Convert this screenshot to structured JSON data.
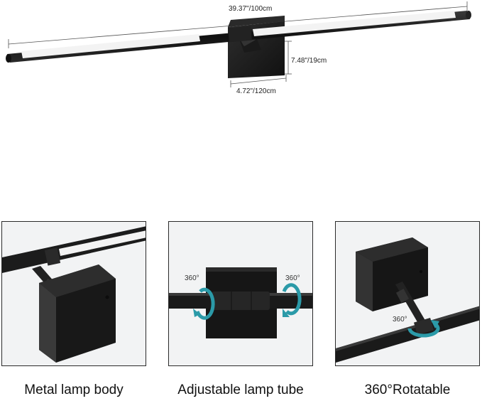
{
  "dimensions": {
    "length": "39.37\"/100cm",
    "height": "7.48\"/19cm",
    "depth": "4.72\"/120cm"
  },
  "features": [
    {
      "caption": "Metal lamp body"
    },
    {
      "caption": "Adjustable lamp tube",
      "rotation_left": "360°",
      "rotation_right": "360°"
    },
    {
      "caption": "360°Rotatable",
      "rotation": "360°"
    }
  ],
  "colors": {
    "lamp_body": "#1c1c1c",
    "diffuser": "#f3f3f3",
    "rotation_arrow": "#2b9aa8",
    "panel_border": "#2a2a2a"
  }
}
